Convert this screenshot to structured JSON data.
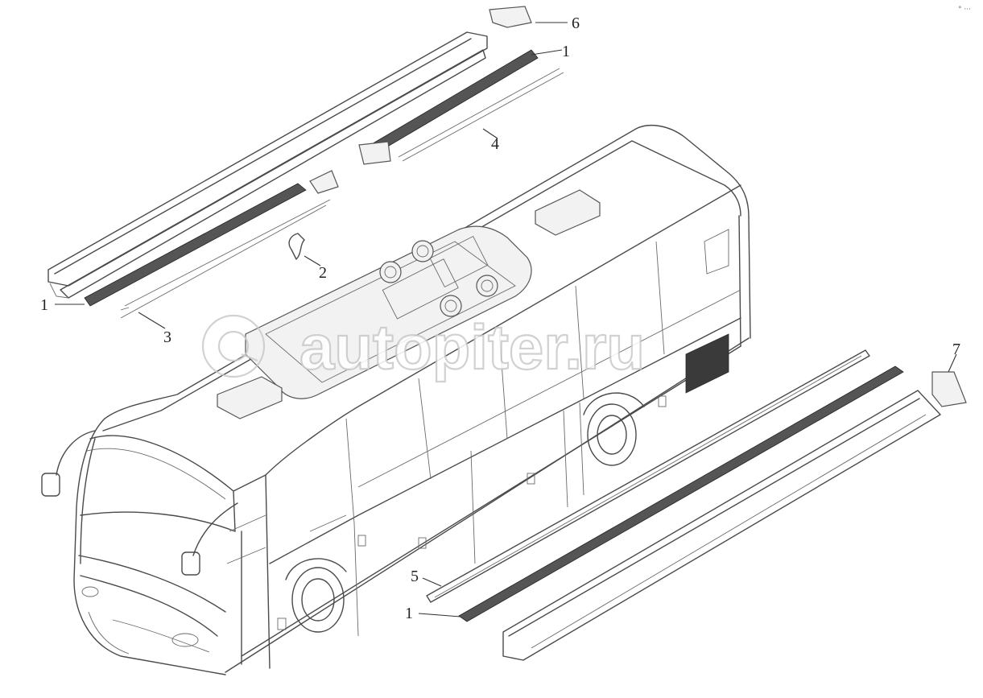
{
  "callouts": {
    "c1a": "1",
    "c1b": "1",
    "c1c": "1",
    "c2": "2",
    "c3": "3",
    "c4": "4",
    "c5": "5",
    "c6": "6",
    "c7": "7"
  },
  "watermark": {
    "text": "autopiter.ru"
  },
  "corner_mark": "° ···"
}
